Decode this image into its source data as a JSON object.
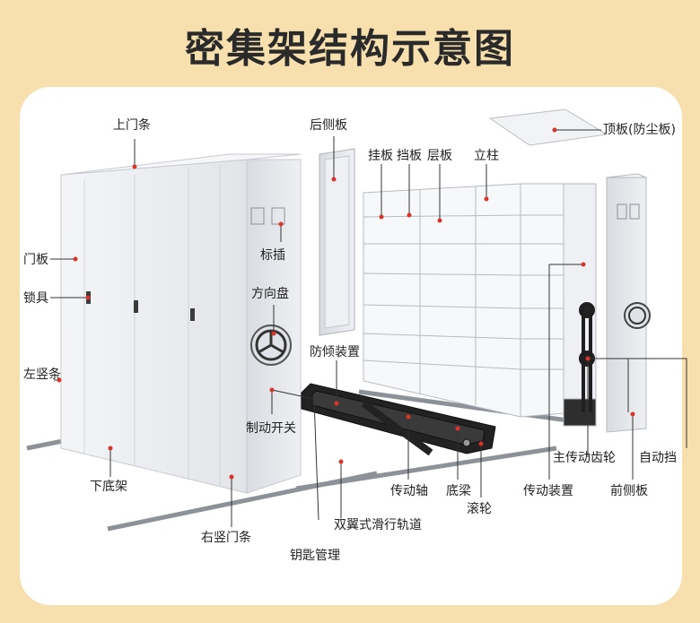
{
  "title": "密集架结构示意图",
  "labels": {
    "upper_door_strip": "上门条",
    "door_panel": "门板",
    "lock": "锁具",
    "left_vertical_strip": "左竖条",
    "lower_base_frame": "下底架",
    "right_vertical_door_strip": "右竖门条",
    "key_tube": "钥匙管理",
    "label_slot": "标插",
    "steering_wheel": "方向盘",
    "brake_switch": "制动开关",
    "anti_tilt_device": "防倾装置",
    "back_side_panel": "后侧板",
    "hanging_panel": "挂板",
    "baffle": "挡板",
    "shelf_layer": "层板",
    "column": "立柱",
    "top_panel": "顶板(防尘板)",
    "main_drive_gear": "主传动齿轮",
    "auto_stop": "自动挡",
    "drive_shaft": "传动轴",
    "base_beam": "底梁",
    "roller": "滚轮",
    "drive_device": "传动装置",
    "front_side_panel": "前侧板",
    "double_rail": "双翼式滑行轨道"
  },
  "colors": {
    "background": "#f7e0ad",
    "panel": "#ffffff",
    "marker": "#d9342b",
    "cabinet": "#eeeff2"
  }
}
